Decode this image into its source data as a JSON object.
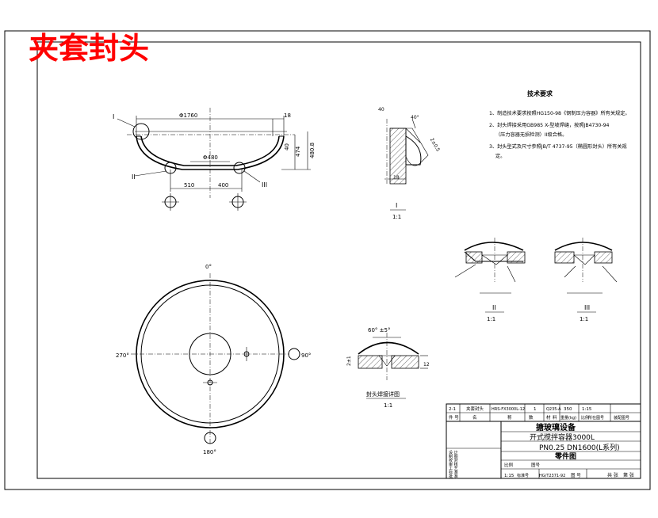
{
  "title": "夹套封头",
  "tech_requirements": {
    "heading": "技术要求",
    "items": [
      "1、制造技术要求按照HG150-98《钢制压力容器》所有关规定。",
      "2、封头焊接采用GB985 X-型坡焊缝，按照JB4730-94",
      "（压力容器无损检测）II级合格。",
      "3、封头型式及尺寸参照JB/T 4737-95（椭圆形封头）所有关规",
      "定。"
    ]
  },
  "main_view": {
    "dims": [
      "Φ1760",
      "18",
      "Φ480",
      "40",
      "474",
      "480.8",
      "510",
      "400"
    ],
    "markers": [
      "I",
      "II",
      "III"
    ]
  },
  "detail_I": {
    "dims": [
      "40",
      "40°",
      "2±0.5",
      "18"
    ],
    "label": "I",
    "scale": "1:1"
  },
  "detail_II": {
    "label": "II",
    "scale": "1:1"
  },
  "detail_III": {
    "label": "III",
    "scale": "1:1"
  },
  "plan_view": {
    "angles": [
      "0°",
      "270°",
      "90°",
      "180°"
    ]
  },
  "weld_detail": {
    "angle": "60° ±5°",
    "dims": [
      "2±1",
      "12"
    ],
    "label": "封头焊接详图",
    "scale": "1:1"
  },
  "title_block": {
    "parts_row": [
      "2-1",
      "夹套封头",
      "HRS-FX3000L-12",
      "1",
      "Q235-A",
      "350",
      "1:15"
    ],
    "header_row": [
      "件 号",
      "名",
      "称",
      "数",
      "材",
      "料",
      "重量(kg)",
      "比例",
      "所在图号",
      "装配图号"
    ],
    "project": "搪玻璃设备",
    "subtitle": "开式搅拌容器3000L",
    "spec": "PN0.25  DN1600(L系列)",
    "drawing_type": "零件图",
    "approvals": [
      "设 计",
      "制 图",
      "校 对",
      "审 核",
      "工 艺",
      "标 准",
      "批 准"
    ],
    "misc": [
      "比例",
      "图号",
      "共 张",
      "第 张",
      "1:15",
      "标准号",
      "HG/T2371-92",
      "图 号"
    ]
  }
}
